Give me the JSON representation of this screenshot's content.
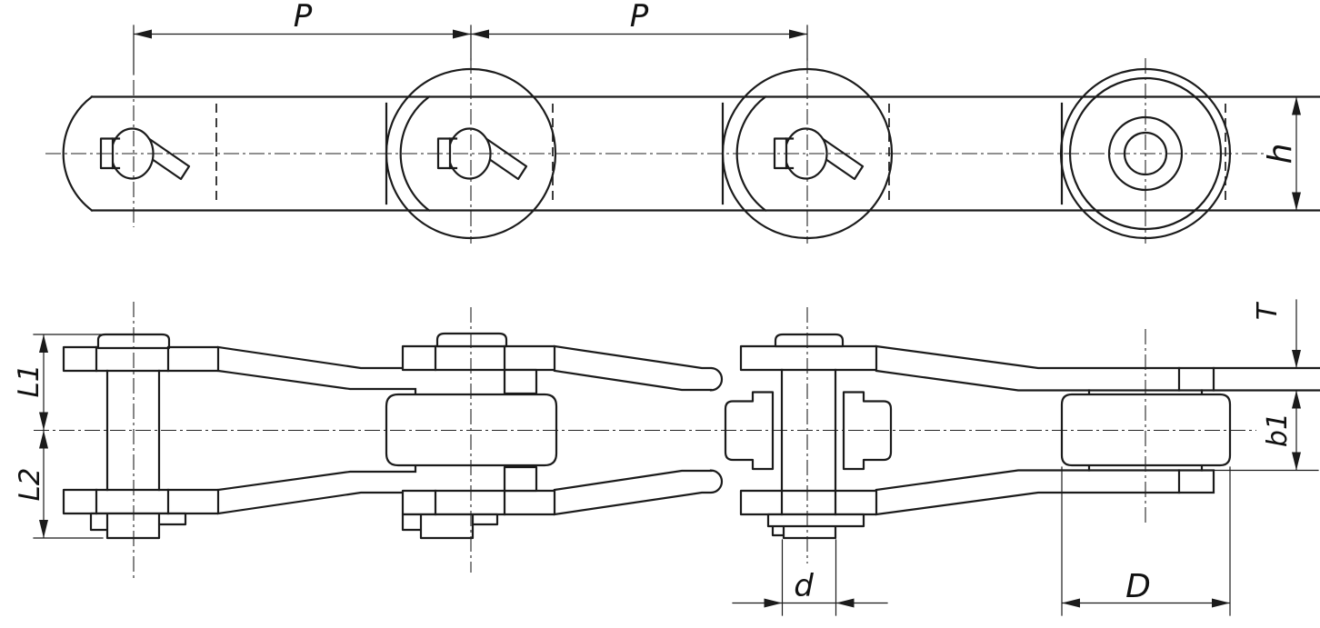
{
  "drawing": {
    "colors": {
      "line": "#1b1b1b",
      "background": "#ffffff"
    },
    "dimensions": {
      "pitch_1": "P",
      "pitch_2": "P",
      "plate_height": "h",
      "offset_upper": "L1",
      "offset_lower": "L2",
      "plate_thickness": "T",
      "inner_width": "b1",
      "pin_diameter": "d",
      "roller_diameter": "D"
    }
  }
}
